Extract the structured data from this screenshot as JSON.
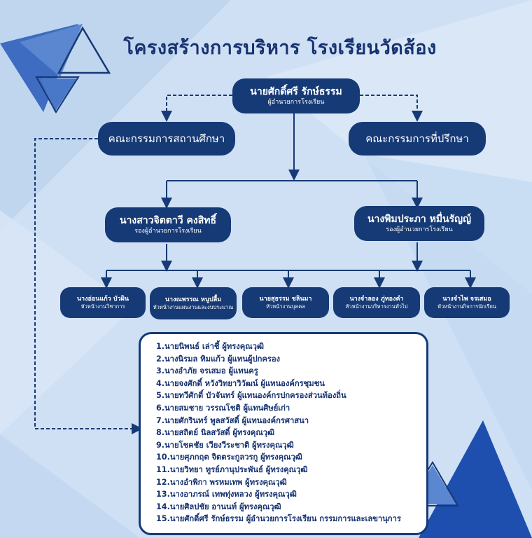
{
  "title": "โครงสร้างการบริหาร โรงเรียนวัดส้อง",
  "director": {
    "name": "นายศักดิ์ศรี รักษ์ธรรม",
    "role": "ผู้อำนวยการโรงเรียน"
  },
  "board_left": "คณะกรรมการสถานศึกษา",
  "board_right": "คณะกรรมการที่ปรึกษา",
  "deputy_left": {
    "name": "นางสาวจิตตาวี คงสิทธิ์",
    "role": "รองผู้อำนวยการโรงเรียน"
  },
  "deputy_right": {
    "name": "นางพิมประภา หมื่นรัญญ์",
    "role": "รองผู้อำนวยการโรงเรียน"
  },
  "heads": [
    {
      "name": "นางอ่อนแก้ว บัวผิน",
      "role": "หัวหน้างานวิชาการ"
    },
    {
      "name": "นางณพรรณ หนูปลื้ม",
      "role": "หัวหน้างานแผนงานและงบประมาณ"
    },
    {
      "name": "นายสุธรรม ชลินมา",
      "role": "หัวหน้างานบุคคล"
    },
    {
      "name": "นางจำลอง ภู่ทองคำ",
      "role": "หัวหน้างานบริหารงานทั่วไป"
    },
    {
      "name": "นางจำไพ จรเสมอ",
      "role": "หัวหน้างานกิจการนักเรียน"
    }
  ],
  "members": [
    "1.นายนิพนธ์ เล่าชี้ ผู้ทรงคุณวุฒิ",
    "2.นางนิรมล ทิมแก้ว ผู้แทนผู้ปกครอง",
    "3.นางอำภัย จรเสมอ ผู้แทนครู",
    "4.นายจงศักดิ์ หวังวิทยาวิวัฒน์ ผู้แทนองค์กรชุมชน",
    "5.นายทวีศักดิ์ บัวจันทร์ ผู้แทนองค์กรปกครองส่วนท้องถิ่น",
    "6.นายสมชาย วรรณโชติ ผู้แทนศิษย์เก่า",
    "7.นายศักรินทร์ พูลสวัสดิ์ ผู้แทนองค์กรศาสนา",
    "8.นายสถิตย์ นิลสวัสดิ์ ผู้ทรงคุณวุฒิ",
    "9.นายโชคชัย เวียงวีระชาติ ผู้ทรงคุณวุฒิ",
    "10.นายศุภกฤต จิตตระกูลวรกู ผู้ทรงคุณวุฒิ",
    "11.นายวิทยา ทูรย์ภานุประพันธ์ ผู้ทรงคุณวุฒิ",
    "12.นางอำพิกา พรหมเทพ ผู้ทรงคุณวุฒิ",
    "13.นางอาภรณ์ เทพทุ่งหลวง ผู้ทรงคุณวุฒิ",
    "14.นายศิลปชัย อานนท์ ผู้ทรงคุณวุฒิ",
    "15.นายศักดิ์ศรี รักษ์ธรรม ผู้อำนวยการโรงเรียน กรรมการและเลขานุการ"
  ],
  "colors": {
    "navy": "#163a75",
    "background": "#cfe0f5",
    "accent": "#2f5aa8"
  }
}
